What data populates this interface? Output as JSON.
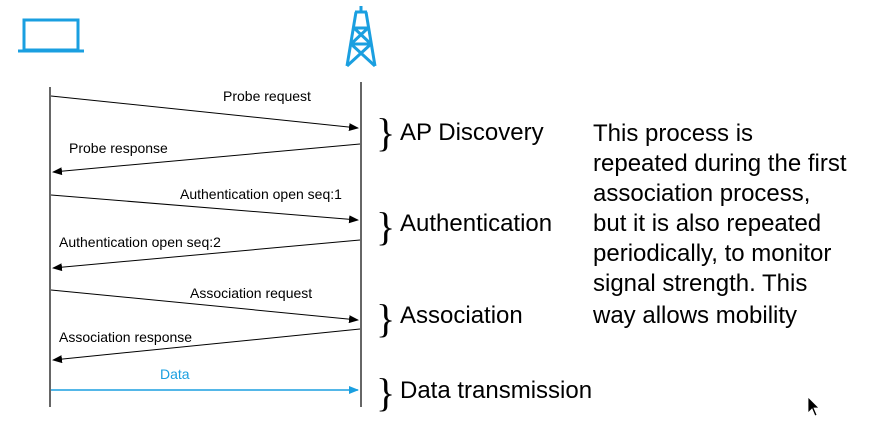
{
  "colors": {
    "accent": "#1a9fe0",
    "line": "#000000"
  },
  "icons": {
    "client": "laptop-icon",
    "access_point": "antenna-tower-icon"
  },
  "messages": [
    "Probe request",
    "Probe response",
    "Authentication open seq:1",
    "Authentication open seq:2",
    "Association request",
    "Association response",
    "Data"
  ],
  "phases": [
    "AP Discovery",
    "Authentication",
    "Association",
    "Data transmission"
  ],
  "note": {
    "lines": [
      "This process is",
      "repeated during the first",
      "association process,",
      "but it is also  repeated",
      "periodically, to monitor",
      "signal strength. This",
      "way allows mobility"
    ]
  }
}
